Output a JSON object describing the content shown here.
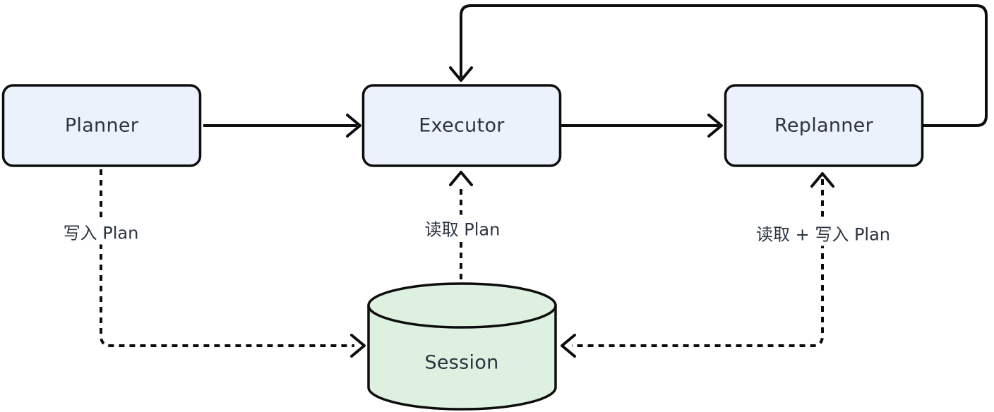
{
  "colors": {
    "node_fill": "#ecf2fb",
    "store_fill": "#def0e0",
    "stroke": "#0d0d0d",
    "text": "#2b3440",
    "background": "#ffffff"
  },
  "nodes": [
    {
      "id": "planner",
      "label": "Planner",
      "type": "rect"
    },
    {
      "id": "executor",
      "label": "Executor",
      "type": "rect"
    },
    {
      "id": "replanner",
      "label": "Replanner",
      "type": "rect"
    },
    {
      "id": "session",
      "label": "Session",
      "type": "cylinder"
    }
  ],
  "edges": [
    {
      "from": "planner",
      "to": "executor",
      "style": "solid",
      "label": "",
      "route": "straight"
    },
    {
      "from": "executor",
      "to": "replanner",
      "style": "solid",
      "label": "",
      "route": "straight"
    },
    {
      "from": "replanner",
      "to": "executor",
      "style": "solid",
      "label": "",
      "route": "top-loop"
    },
    {
      "from": "planner",
      "to": "session",
      "style": "dashed",
      "label": "写入 Plan",
      "arrowheads": [
        "session"
      ]
    },
    {
      "from": "session",
      "to": "executor",
      "style": "dashed",
      "label": "读取 Plan",
      "arrowheads": [
        "executor"
      ]
    },
    {
      "from": "replanner",
      "to": "session",
      "style": "dashed",
      "label": "读取 + 写入 Plan",
      "arrowheads": [
        "session",
        "replanner"
      ]
    }
  ]
}
